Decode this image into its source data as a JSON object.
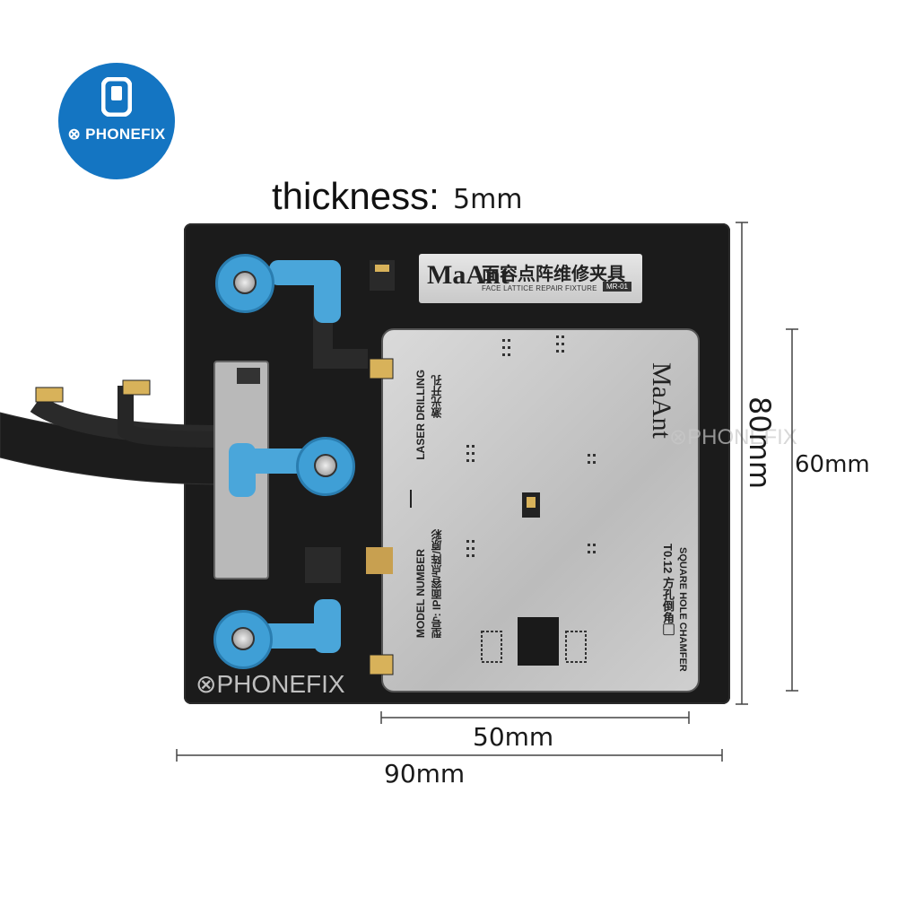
{
  "logo": {
    "brand": "PHONEFIX",
    "icon": "phone-icon",
    "color": "#1475c2"
  },
  "specs": {
    "thickness_label": "thickness:",
    "thickness_value": "5mm",
    "width_total": "90mm",
    "width_plate": "50mm",
    "height_total": "80mm",
    "height_plate": "60mm"
  },
  "fixture": {
    "sticker_brand": "MaAnt",
    "sticker_title_cn": "面容点阵维修夹具",
    "sticker_subtitle": "FACE LATTICE REPAIR FIXTURE",
    "sticker_model": "MR-01",
    "plate_brand": "MaAnt",
    "laser_en": "LASER DRILLING",
    "laser_cn": "激光开孔",
    "model_en": "MODEL NUMBER",
    "model_cn": "型号: IP面容/点阵/原彩",
    "chamfer_en": "SQUARE HOLE CHAMFER",
    "chamfer_cn": "T0.12 方孔倒角▢"
  },
  "watermarks": {
    "wm1": "PHONEFIX",
    "wm2": "PHONEFIX"
  }
}
